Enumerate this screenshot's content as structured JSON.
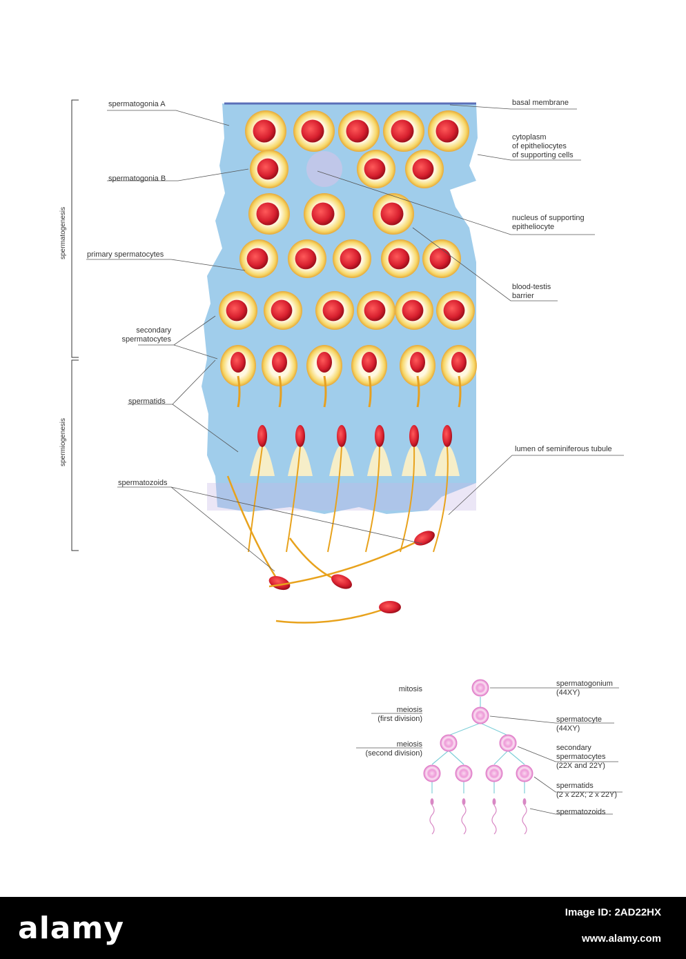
{
  "diagram": {
    "sections": {
      "spermatogenesis": "spermatogenesis",
      "spermiogenesis": "spermiogenesis"
    },
    "left_labels": {
      "spermatogonia_a": "spermatogonia A",
      "spermatogonia_b": "spermatogonia B",
      "primary_spermatocytes": "primary spermatocytes",
      "secondary_spermatocytes": [
        "secondary",
        "spermatocytes"
      ],
      "spermatids": "spermatids",
      "spermatozoids": "spermatozoids"
    },
    "right_labels": {
      "basal_membrane": "basal membrane",
      "cytoplasm": [
        "cytoplasm",
        "of epitheliocytes",
        "of supporting cells"
      ],
      "nucleus": [
        "nucleus of supporting",
        "epitheliocyte"
      ],
      "blood_testis": [
        "blood-testis",
        "barrier"
      ],
      "lumen": "lumen of seminiferous tubule"
    }
  },
  "lineage": {
    "left": {
      "mitosis": "mitosis",
      "meiosis1": [
        "meiosis",
        "(first division)"
      ],
      "meiosis2": [
        "meiosis",
        "(second division)"
      ]
    },
    "right": {
      "spermatogonium": [
        "spermatogonium",
        "(44XY)"
      ],
      "spermatocyte": [
        "spermatocyte",
        "(44XY)"
      ],
      "secondary": [
        "secondary",
        "spermatocytes",
        "(22X and 22Y)"
      ],
      "spermatids": [
        "spermatids",
        "(2 x 22X; 2 x 22Y)"
      ],
      "spermatozoids": "spermatozoids"
    }
  },
  "footer": {
    "brand": "alamy",
    "image_id": "Image ID: 2AD22HX",
    "site": "www.alamy.com"
  },
  "colors": {
    "tissue": "#8fc4e8",
    "cell_ring": "#f2d24a",
    "nucleus": "#d8202f",
    "lineage_cell": "#e58ad0",
    "lineage_line": "#7ecfd8",
    "footer_bg": "#000000"
  }
}
